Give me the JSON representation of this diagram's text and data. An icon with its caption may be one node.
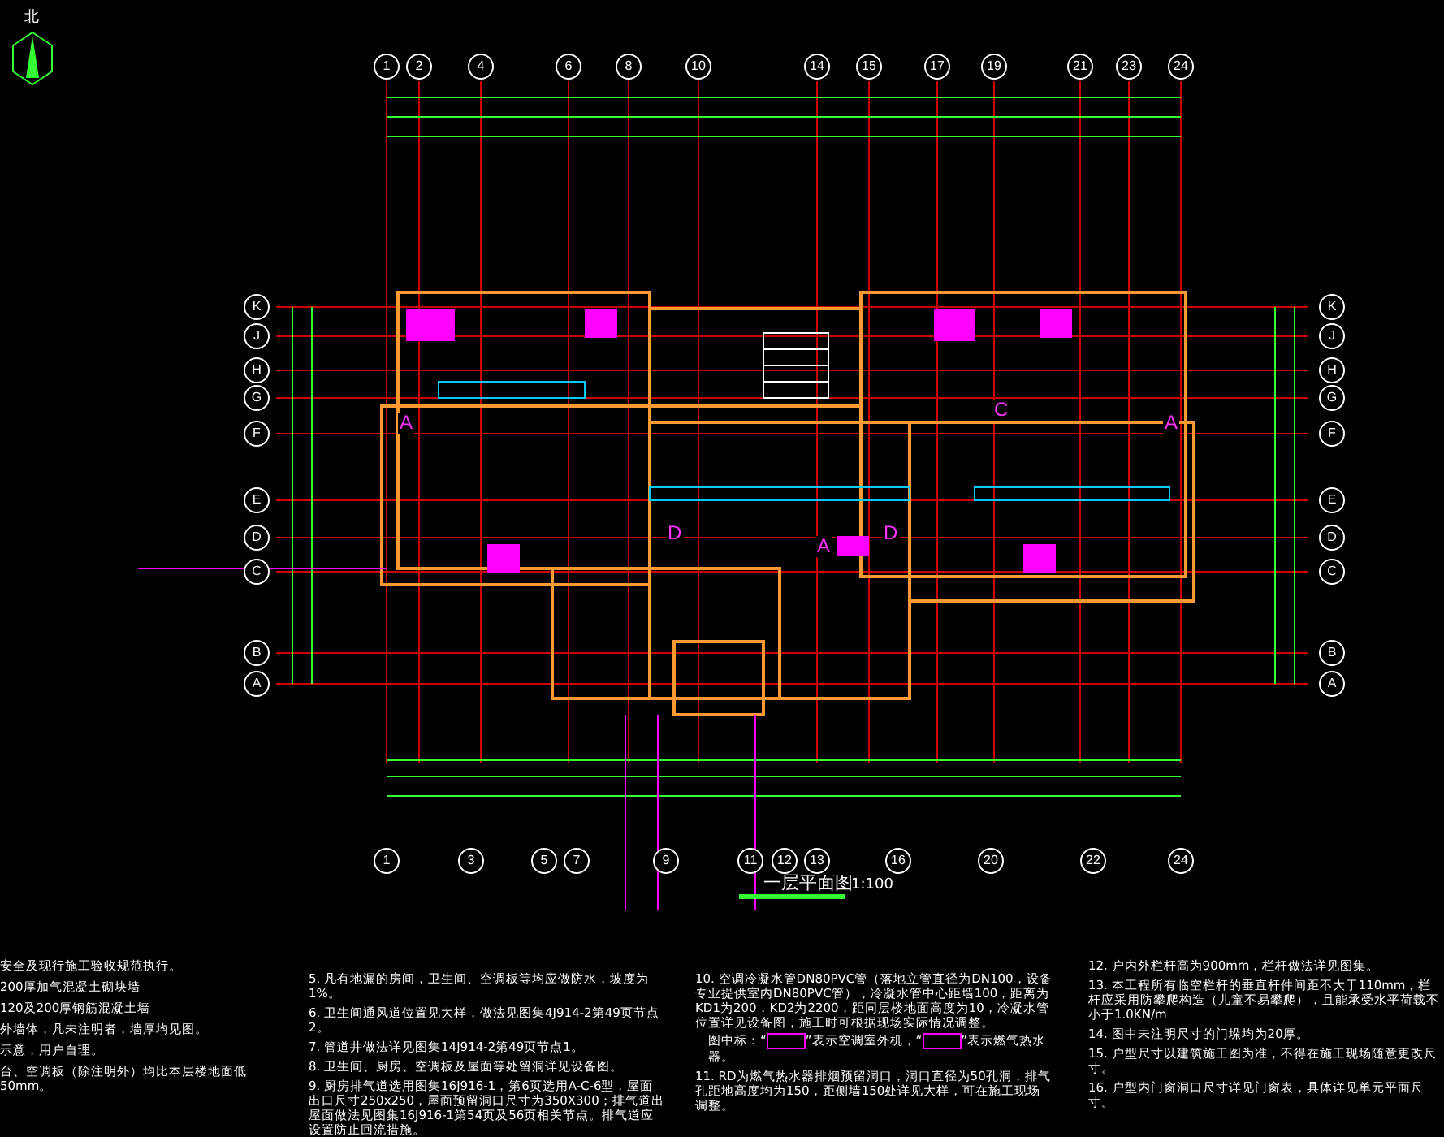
{
  "diagram": {
    "title": "一层平面图",
    "labels": [
      "北",
      "1",
      "2",
      "4",
      "6",
      "8",
      "10",
      "14",
      "15",
      "17",
      "19",
      "21",
      "23",
      "24",
      "K",
      "J",
      "H",
      "G",
      "F",
      "E",
      "D",
      "C",
      "B",
      "A",
      "A",
      "C",
      "A",
      "D",
      "A",
      "D",
      "K",
      "J",
      "H",
      "G",
      "F",
      "E",
      "D",
      "C",
      "B",
      "A",
      "1",
      "3",
      "5",
      "7",
      "9",
      "11",
      "12",
      "13",
      "16",
      "20",
      "22",
      "24",
      "1:100",
      "安全及现行施工验收规范执行。",
      "200厚加气混凝土砌块墙",
      "120及200厚钢筋混凝土墙",
      "外墙体，凡未注明者，墙厚均见图。",
      "示意，用户自理。",
      "台、空调板（除注明外）均比本层楼地面低50mm。",
      "5. 凡有地漏的房间，卫生间、空调板等均应做防水，坡度为1%。",
      "6. 卫生间通风道位置见大样，做法见图集4J914-2第49页节点2。",
      "7. 管道井做法详见图集14J914-2第49页节点1。",
      "8. 卫生间、厨房、空调板及屋面等处留洞详见设备图。",
      "9. 厨房排气道选用图集16J916-1，第6页选用A-C-6型，屋面出口尺寸250x250，屋面预留洞口尺寸为350X300；排气道出屋面做法见图集16J916-1第54页及56页相关节点。排气道应设置防止回流措施。",
      "10. 空调冷凝水管DN80PVC管（落地立管直径为DN100，设备专业提供室内DN80PVC管），冷凝水管中心距墙100，距离为KD1为200，KD2为2200，距同层楼地面高度为10，冷凝水管位置详见设备图，施工时可根据现场实际情况调整。",
      "图中标：“",
      "”表示空调室外机，“",
      "”表示燃气热水器。",
      "11. RD为燃气热水器排烟预留洞口，洞口直径为50孔洞，排气孔距地高度均为150，距侧墙150处详见大样，可在施工现场调整。",
      "12. 户内外栏杆高为900mm，栏杆做法详见图集。",
      "13. 本工程所有临空栏杆的垂直杆件间距不大于110mm，栏杆应采用防攀爬构造（儿童不易攀爬），且能承受水平荷载不小于1.0KN/m",
      "14. 图中未注明尺寸的门垛均为20厚。",
      "15. 户型尺寸以建筑施工图为准，不得在施工现场随意更改尺寸。",
      "16. 户型内门窗洞口尺寸详见门窗表，具体详见单元平面尺寸。"
    ]
  }
}
